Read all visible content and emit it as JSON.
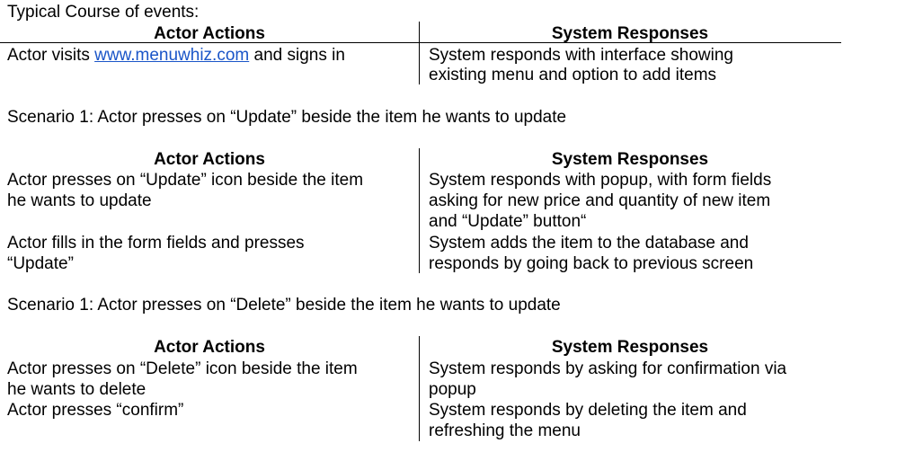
{
  "title": "Typical Course of events:",
  "typical": {
    "header_actor": "Actor Actions",
    "header_system": "System Responses",
    "row": {
      "actor_prefix": "Actor visits ",
      "actor_link": "www.menuwhiz.com",
      "actor_suffix": " and signs in",
      "system_lines": [
        "System responds with interface showing",
        "existing menu and option to add items"
      ]
    }
  },
  "scenario_update": {
    "title": "Scenario 1: Actor presses on “Update” beside the item he wants to update",
    "header_actor": "Actor Actions",
    "header_system": "System Responses",
    "rows": [
      {
        "actor_lines": [
          "Actor presses on “Update” icon beside the item",
          "he wants to update"
        ],
        "system_lines": [
          "System responds with popup, with form fields",
          "asking for new price and quantity of new item",
          "and “Update” button“"
        ]
      },
      {
        "actor_lines": [
          "Actor fills in the form fields and presses",
          "“Update”"
        ],
        "system_lines": [
          "System adds the item to the database and",
          "responds by going back to previous screen"
        ]
      }
    ]
  },
  "scenario_delete": {
    "title": "Scenario 1: Actor presses on “Delete” beside the item he wants to update",
    "header_actor": "Actor Actions",
    "header_system": "System Responses",
    "rows": [
      {
        "actor_lines": [
          "Actor presses on “Delete” icon beside the item",
          "he wants to delete"
        ],
        "system_lines": [
          "System responds by asking for confirmation via",
          "popup"
        ]
      },
      {
        "actor_lines": [
          "Actor presses “confirm”"
        ],
        "system_lines": [
          "System responds by deleting the item and",
          "refreshing the menu"
        ]
      }
    ]
  }
}
